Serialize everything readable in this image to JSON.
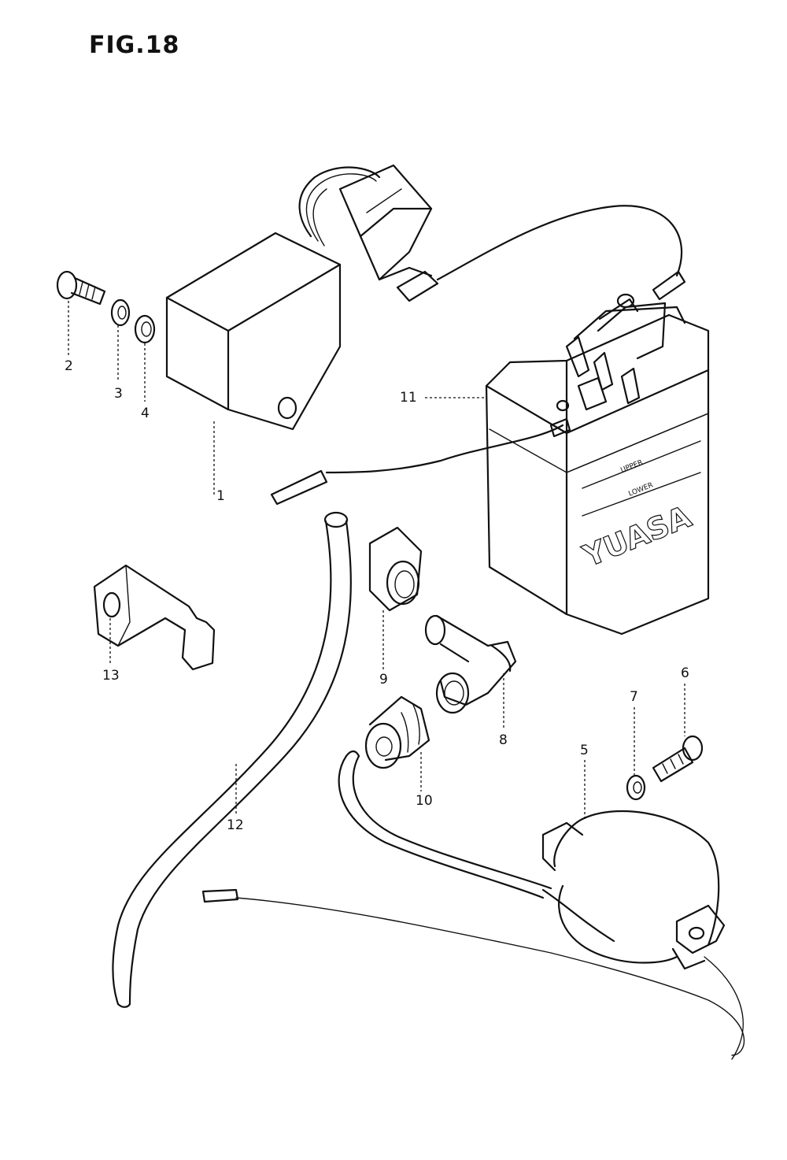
{
  "figure": {
    "title": "FIG.18"
  },
  "battery": {
    "brand": "YUASA",
    "upper_label": "UPPER",
    "lower_label": "LOWER"
  },
  "callouts": [
    {
      "id": "1",
      "label": "1"
    },
    {
      "id": "2",
      "label": "2"
    },
    {
      "id": "3",
      "label": "3"
    },
    {
      "id": "4",
      "label": "4"
    },
    {
      "id": "5",
      "label": "5"
    },
    {
      "id": "6",
      "label": "6"
    },
    {
      "id": "7",
      "label": "7"
    },
    {
      "id": "8",
      "label": "8"
    },
    {
      "id": "9",
      "label": "9"
    },
    {
      "id": "10",
      "label": "10"
    },
    {
      "id": "11",
      "label": "11"
    },
    {
      "id": "12",
      "label": "12"
    },
    {
      "id": "13",
      "label": "13"
    }
  ]
}
